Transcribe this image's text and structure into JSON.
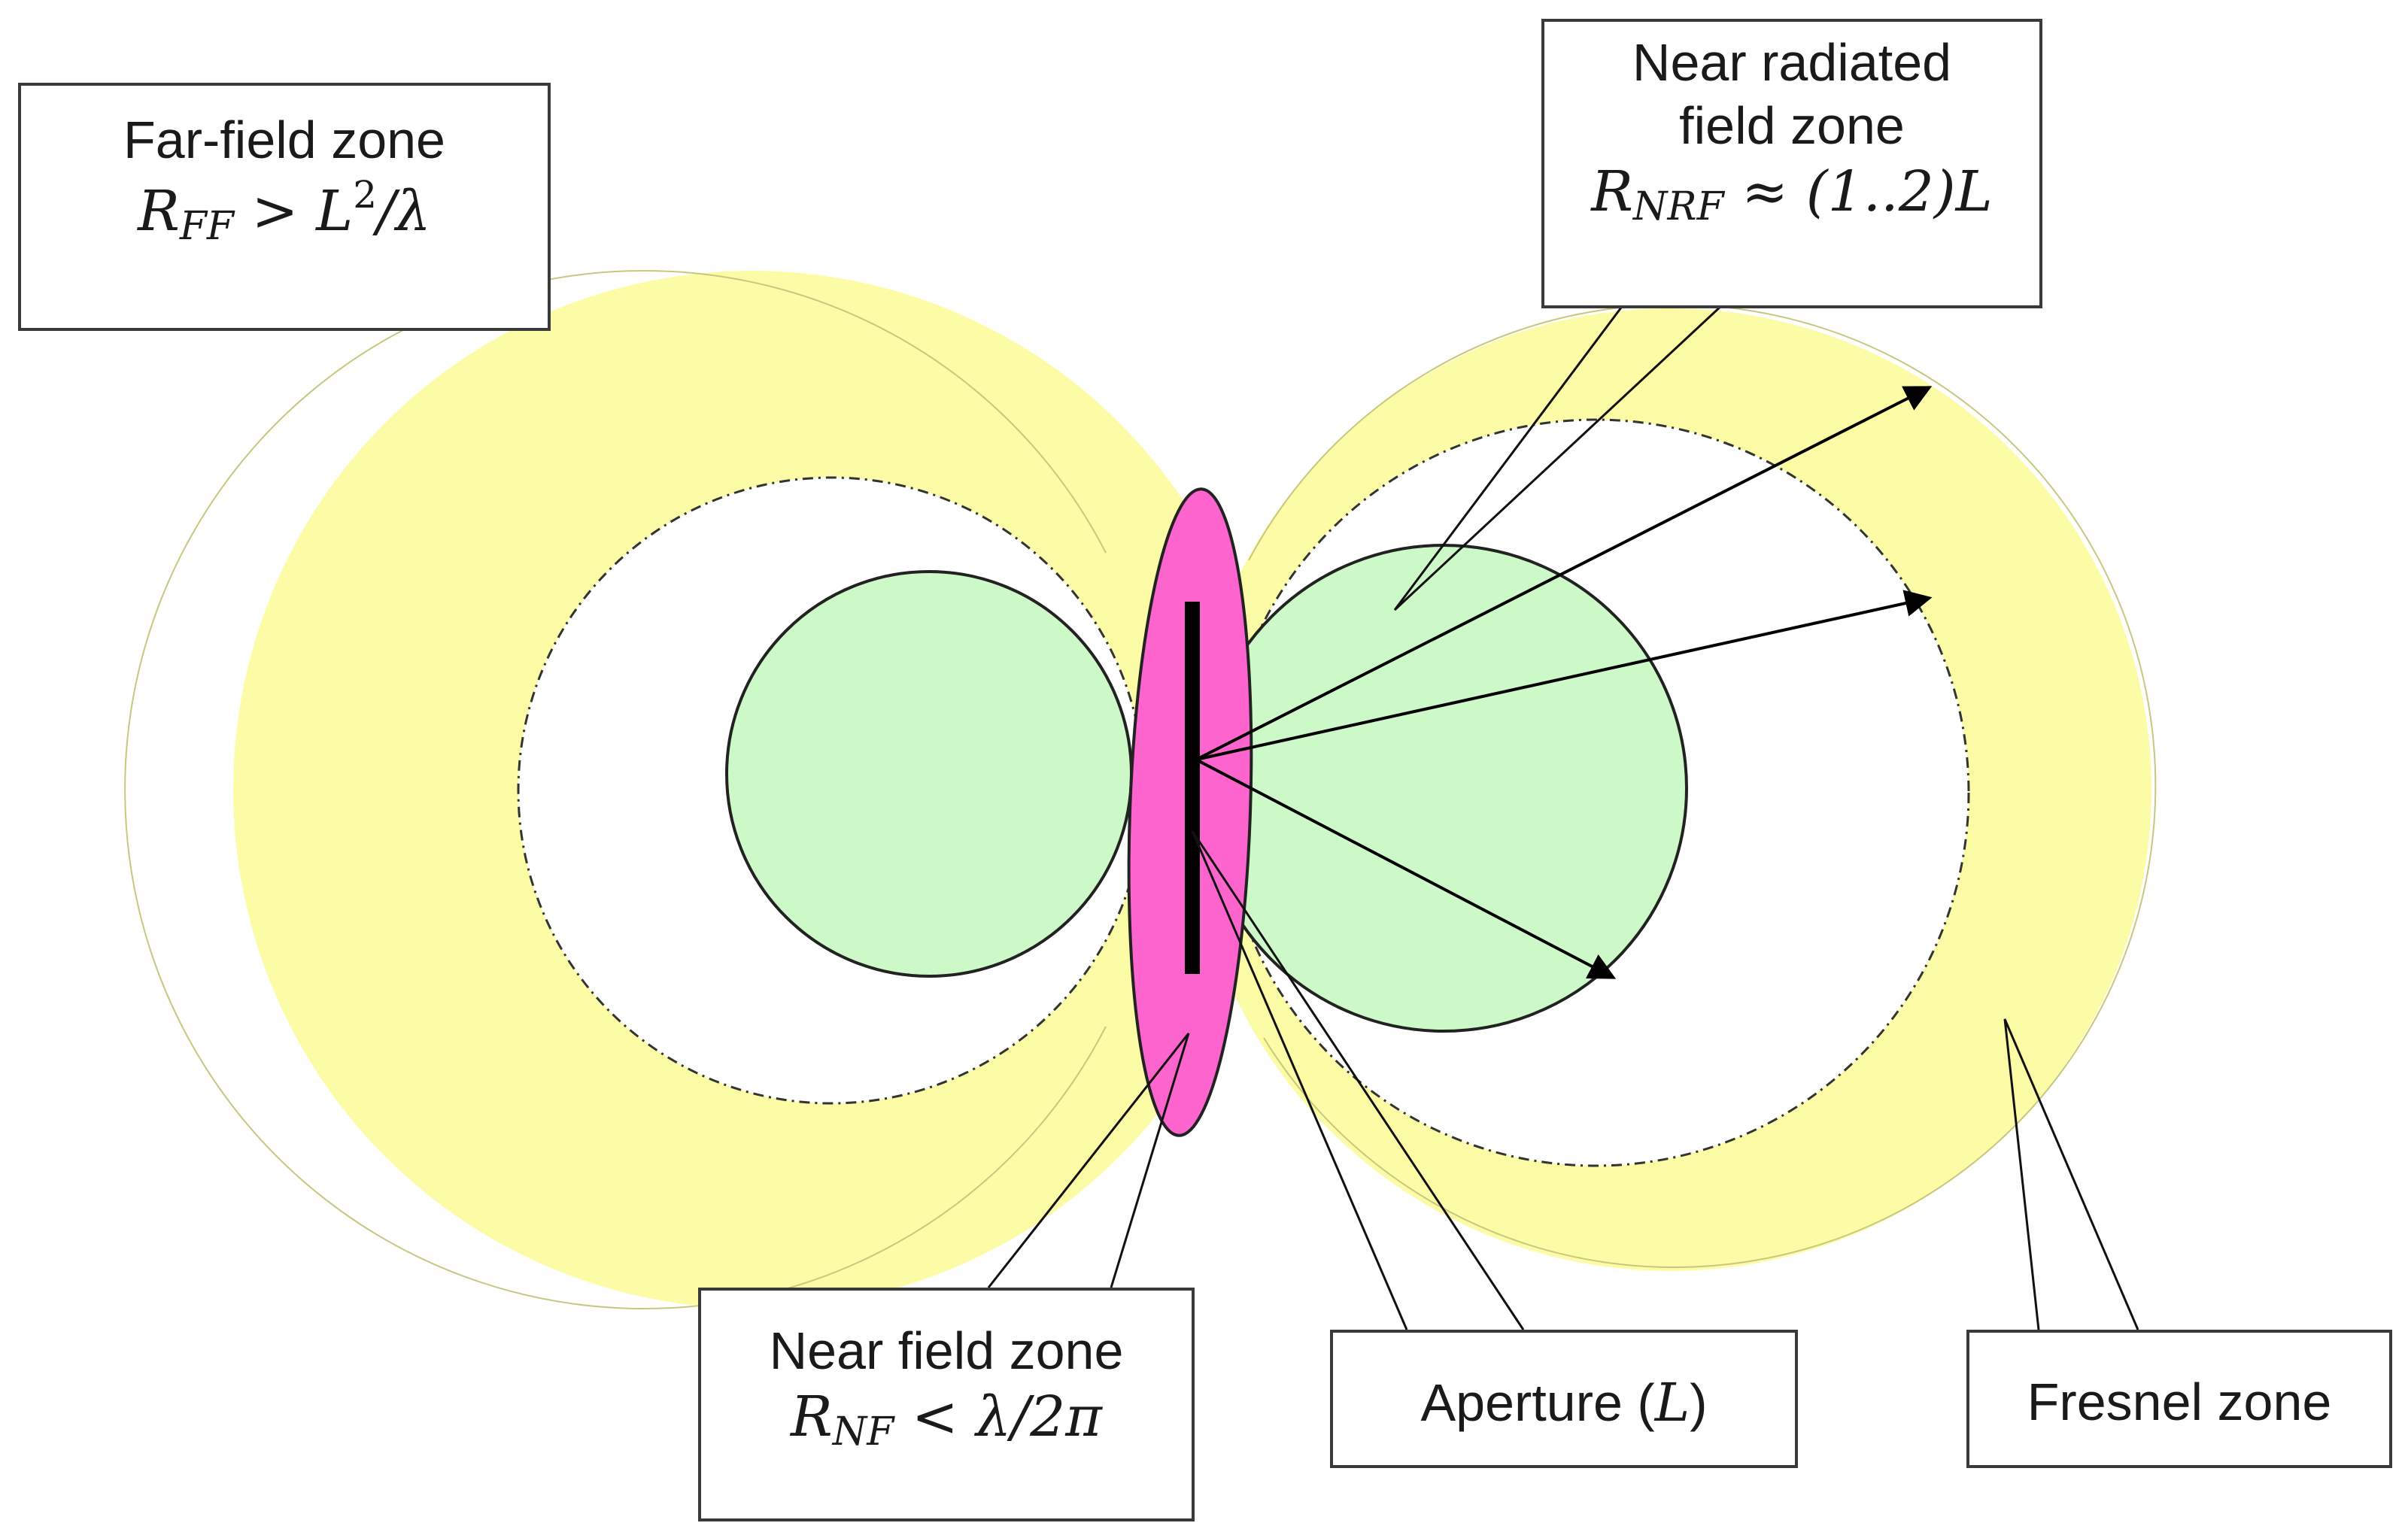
{
  "diagram": {
    "far_field": {
      "label": "Far-field zone",
      "formula_var": "R",
      "formula_sub": "FF",
      "formula_rest": " > L",
      "formula_sup": "2",
      "formula_tail": "/λ"
    },
    "near_radiated": {
      "line1": "Near radiated",
      "line2": "field zone",
      "formula_var": "R",
      "formula_sub": "NRF",
      "formula_rest": " ≈ (1..2)L"
    },
    "near_field": {
      "label": "Near field zone",
      "formula_var": "R",
      "formula_sub": "NF",
      "formula_rest": " < λ/2π"
    },
    "aperture": {
      "label_prefix": "Aperture (",
      "label_var": "L",
      "label_suffix": ")"
    },
    "fresnel": {
      "label": "Fresnel zone"
    }
  },
  "colors": {
    "fresnel_fill": "#fdfca6",
    "near_radiated_fill": "#cdf9c8",
    "near_field_fill": "#fd64ce",
    "aperture_bar": "#000000",
    "outline": "#3a3a3a"
  }
}
